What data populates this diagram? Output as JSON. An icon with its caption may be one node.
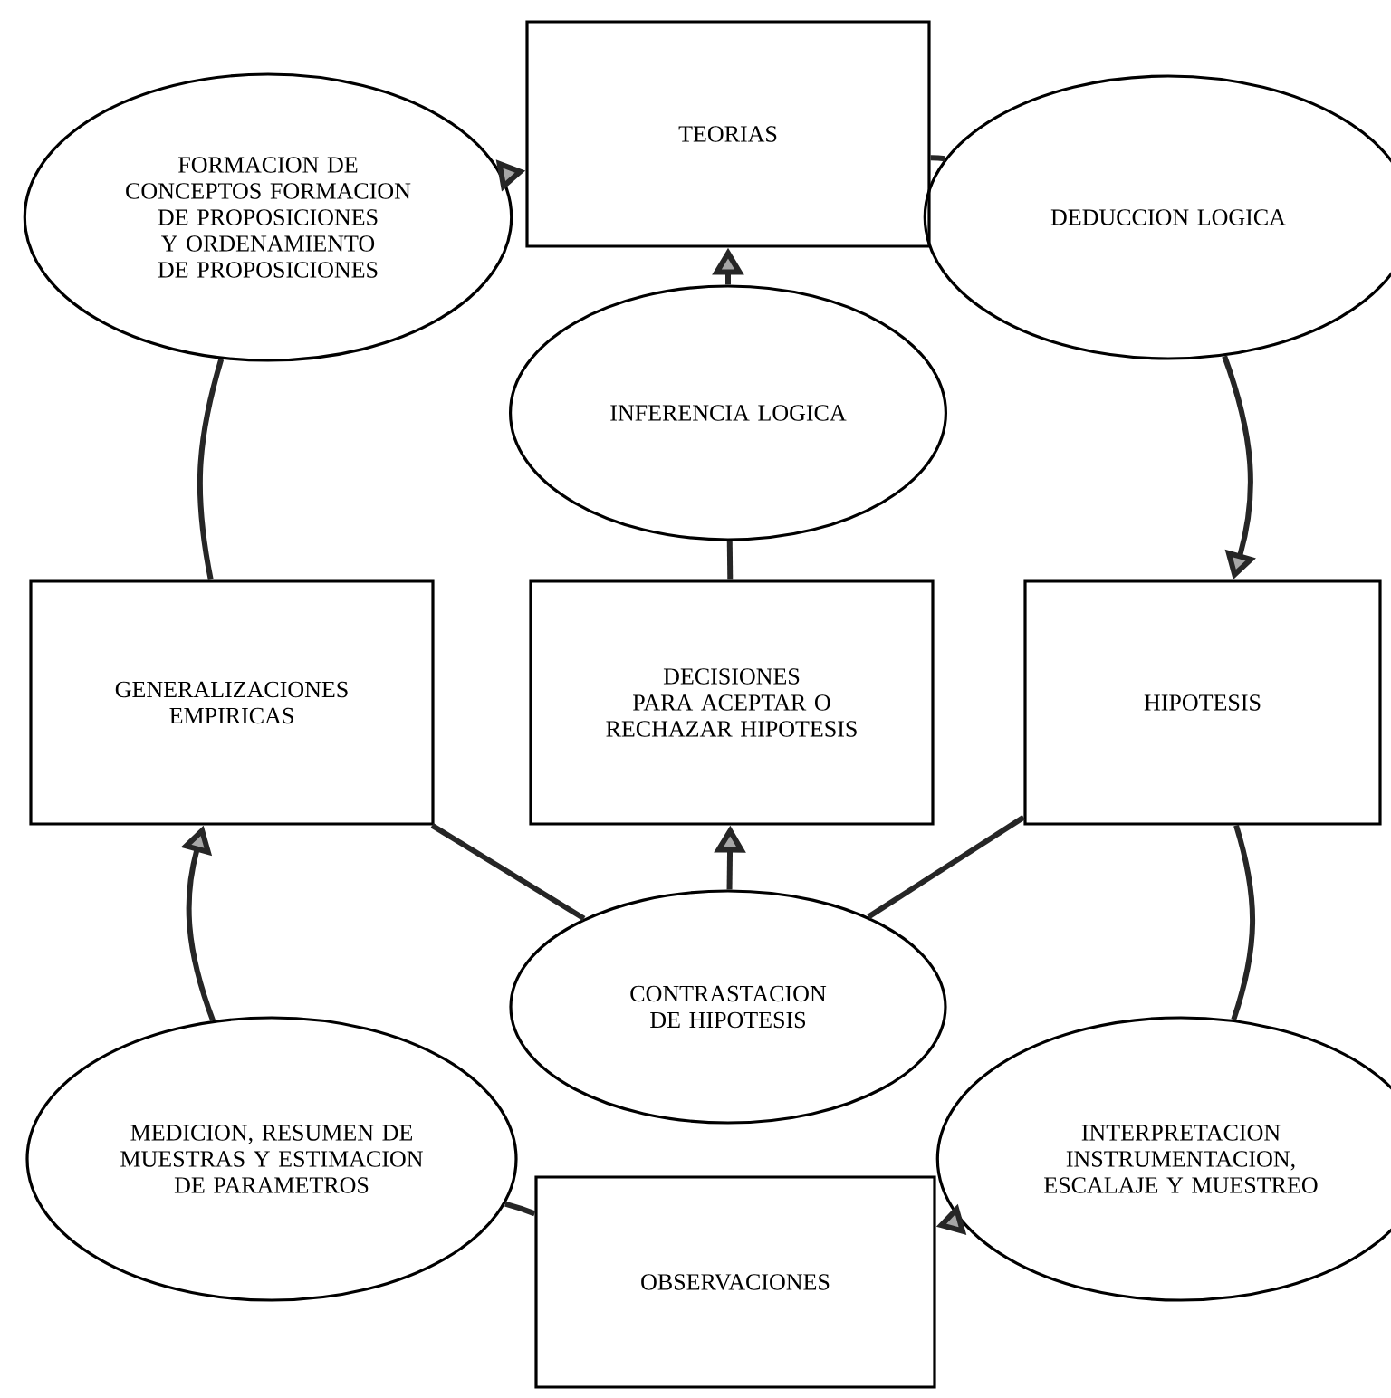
{
  "diagram": {
    "nodes": [
      {
        "text": [
          "FORMACION DE CONCEPTOS FORMACION DE PROPOSICIONES Y ORDENAMIENTO DE PROPOSICIONES"
        ]
      },
      {
        "text": [
          "TEORIAS"
        ]
      },
      {
        "text": [
          "DEDUCCION LOGICA"
        ]
      },
      {
        "text": [
          "INFERENCIA LOGICA"
        ]
      },
      {
        "text": [
          "GENERALIZACIONES EMPIRICAS"
        ]
      },
      {
        "text": [
          "DECISIONES PARA ACEPTAR O RECHAZAR HIPOTESIS"
        ]
      },
      {
        "text": [
          "HIPOTESIS"
        ]
      },
      {
        "text": [
          "CONTRASTACION DE HIPOTESIS"
        ]
      },
      {
        "text": [
          "MEDICION, RESUMEN DE MUESTRAS Y ESTIMACION DE PARAMETROS"
        ]
      },
      {
        "text": [
          "INTERPRETACION INSTRUMENTACION, ESCALAJE Y MUESTREO"
        ]
      },
      {
        "text": [
          "OBSERVACIONES"
        ]
      }
    ],
    "edges": [
      {
        "from": 0,
        "to": 1,
        "arrow": "to"
      },
      {
        "from": 1,
        "to": 2,
        "arrow": "none"
      },
      {
        "from": 2,
        "to": 6,
        "arrow": "to"
      },
      {
        "from": 6,
        "to": 9,
        "arrow": "none"
      },
      {
        "from": 9,
        "to": 10,
        "arrow": "to"
      },
      {
        "from": 10,
        "to": 8,
        "arrow": "none"
      },
      {
        "from": 8,
        "to": 4,
        "arrow": "to"
      },
      {
        "from": 4,
        "to": 0,
        "arrow": "none"
      },
      {
        "from": 3,
        "to": 1,
        "arrow": "to"
      },
      {
        "from": 5,
        "to": 3,
        "arrow": "none"
      },
      {
        "from": 7,
        "to": 5,
        "arrow": "to"
      },
      {
        "from": 7,
        "to": 4,
        "arrow": "none"
      },
      {
        "from": 7,
        "to": 6,
        "arrow": "none"
      }
    ]
  }
}
